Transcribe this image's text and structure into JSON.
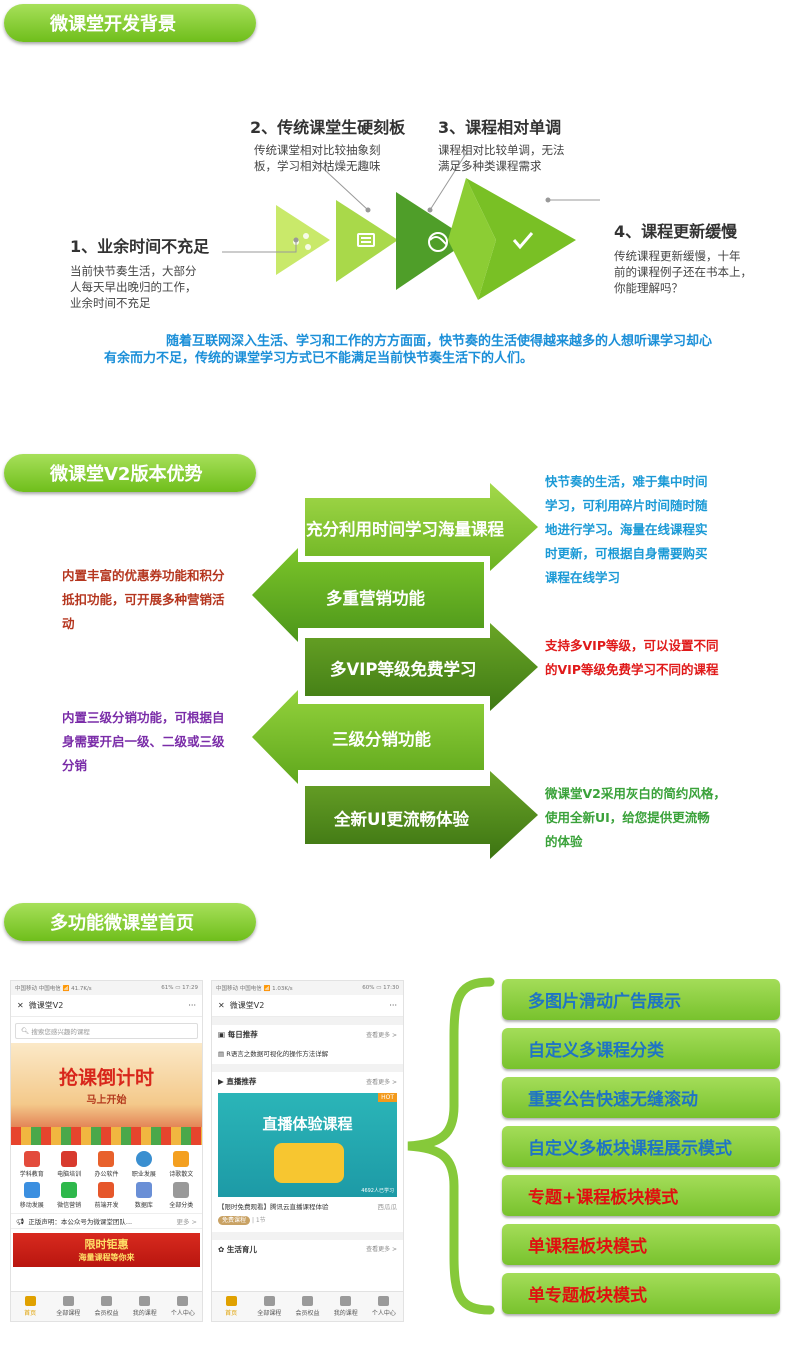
{
  "sections": {
    "background_title": "微课堂开发背景",
    "advantages_title": "微课堂V2版本优势",
    "home_title": "多功能微课堂首页"
  },
  "steps": [
    {
      "title": "1、业余时间不充足",
      "desc": [
        "当前快节奏生活，大部分",
        "人每天早出晚归的工作，",
        "业余时间不充足"
      ]
    },
    {
      "title": "2、传统课堂生硬刻板",
      "desc": [
        "传统课堂相对比较抽象刻",
        "板，学习相对枯燥无趣味"
      ]
    },
    {
      "title": "3、课程相对单调",
      "desc": [
        "课程相对比较单调，无法",
        "满足多种类课程需求"
      ]
    },
    {
      "title": "4、课程更新缓慢",
      "desc": [
        "传统课程更新缓慢，十年",
        "前的课程例子还在书本上，",
        "你能理解吗？"
      ]
    }
  ],
  "intro": [
    "随着互联网深入生活、学习和工作的方方面面，快节奏的生活使得越来越多的人想听课学习却心",
    "有余而力不足，传统的课堂学习方式已不能满足当前快节奏生活下的人们。"
  ],
  "advantages": {
    "arrows": [
      "充分利用时间学习海量课程",
      "多重营销功能",
      "多VIP等级免费学习",
      "三级分销功能",
      "全新UI更流畅体验"
    ],
    "notes": [
      {
        "lines": [
          "快节奏的生活，难于集中时间",
          "学习，可利用碎片时间随时随",
          "地进行学习。海量在线课程实",
          "时更新，可根据自身需要购买",
          "课程在线学习"
        ],
        "color": "#1b9ad6"
      },
      {
        "lines": [
          "内置丰富的优惠券功能和积分",
          "抵扣功能，可开展多种营销活",
          "动"
        ],
        "color": "#b5361f"
      },
      {
        "lines": [
          "支持多VIP等级，可以设置不同",
          "的VIP等级免费学习不同的课程"
        ],
        "color": "#e01a1a"
      },
      {
        "lines": [
          "内置三级分销功能，可根据自",
          "身需要开启一级、二级或三级",
          "分销"
        ],
        "color": "#7a2ca8"
      },
      {
        "lines": [
          "微课堂V2采用灰白的简约风格，",
          "使用全新UI，给您提供更流畅",
          "的体验"
        ],
        "color": "#3aa23a"
      }
    ],
    "arrow_colors": [
      "#7dc223",
      "#5aa51c",
      "#4e8e1a",
      "#68b41f",
      "#4a8a16"
    ]
  },
  "phone1": {
    "status_left": "中国移动 中国电信 📶 41.7K/s",
    "status_right": "61% ▭ 17:29",
    "title": "微课堂V2",
    "more": "···",
    "search_placeholder": "搜索您感兴趣的课程",
    "banner_title": "抢课倒计时",
    "banner_sub": "马上开始",
    "categories": [
      {
        "label": "学科教育",
        "color": "#e34b3c"
      },
      {
        "label": "电脑培训",
        "color": "#d83a2e"
      },
      {
        "label": "办公软件",
        "color": "#e8612c"
      },
      {
        "label": "职业发展",
        "color": "#3a8fd0"
      },
      {
        "label": "诗歌散文",
        "color": "#f4a020"
      },
      {
        "label": "移动发展",
        "color": "#3b8fe0"
      },
      {
        "label": "微信营销",
        "color": "#2eb84b"
      },
      {
        "label": "前端开发",
        "color": "#e6572b"
      },
      {
        "label": "数据库",
        "color": "#6a8fd6"
      },
      {
        "label": "全部分类",
        "color": "#999999"
      }
    ],
    "notice": "正版声明：本公众号为微课堂团队...",
    "notice_more": "更多 >",
    "promo_title": "限时钜惠",
    "promo_sub": "海量课程等你来"
  },
  "phone2": {
    "status_left": "中国移动 中国电信 📶 1.03K/s",
    "status_right": "60% ▭ 17:30",
    "title": "微课堂V2",
    "more": "···",
    "daily_title": "每日推荐",
    "see_more": "查看更多 >",
    "daily_item": "R语言之数据可视化的操作方法详解",
    "live_title": "直播推荐",
    "live_banner": "直播体验课程",
    "live_badge": "HOT",
    "live_watch": "4692人已学习",
    "live_caption": "【限时免费观看】腾讯云直播课程体验",
    "live_teacher": "西瓜瓜",
    "free_tag": "免费课程",
    "lessons": "| 1节",
    "life_title": "生活育儿"
  },
  "tabs": [
    "首页",
    "全部课程",
    "会员权益",
    "我的课程",
    "个人中心"
  ],
  "features": [
    {
      "label": "多图片滑动广告展示",
      "color": "#1f74c4"
    },
    {
      "label": "自定义多课程分类",
      "color": "#1f74c4"
    },
    {
      "label": "重要公告快速无缝滚动",
      "color": "#1f74c4"
    },
    {
      "label": "自定义多板块课程展示模式",
      "color": "#1f74c4"
    },
    {
      "label": "专题+课程板块模式",
      "color": "#e01010"
    },
    {
      "label": "单课程板块模式",
      "color": "#e01010"
    },
    {
      "label": "单专题板块模式",
      "color": "#e01010"
    }
  ]
}
